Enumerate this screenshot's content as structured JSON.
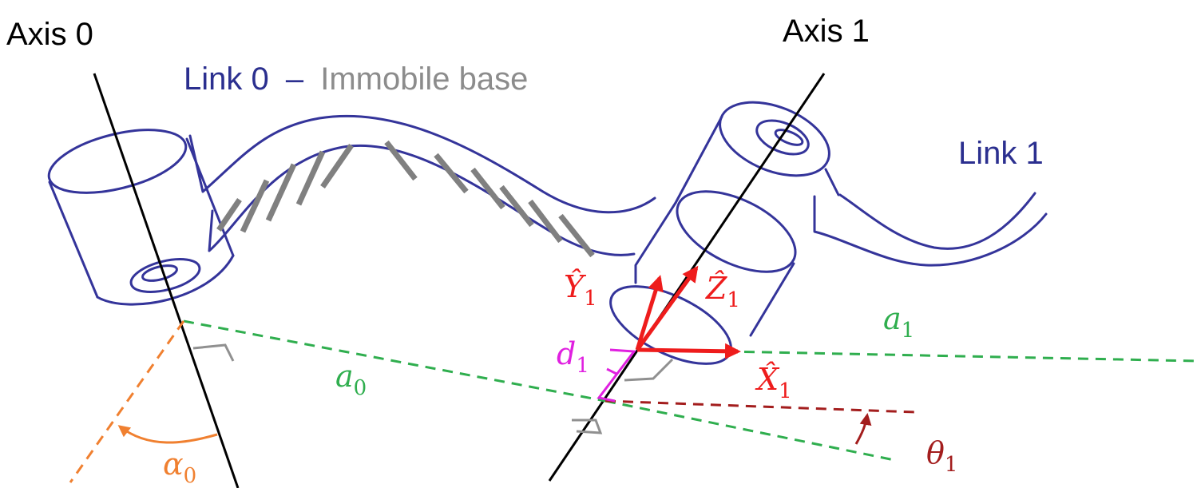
{
  "labels": {
    "axis0": "Axis 0",
    "axis1": "Axis 1",
    "link0_name": "Link 0",
    "link0_dash": "–",
    "link0_desc": "Immobile base",
    "link1": "Link 1"
  },
  "math": {
    "Y": "Ŷ",
    "Z": "Ẑ",
    "X": "X̂",
    "a": "a",
    "d": "d",
    "alpha": "α",
    "theta": "θ",
    "sub0": "0",
    "sub1": "1"
  },
  "colors": {
    "link_outline": "#34349a",
    "link_text": "#2b2f8f",
    "base_text": "#8c8c8c",
    "frame_arrows": "#ee1c1c",
    "common_normal": "#2fae4e",
    "twist_line": "#f08030",
    "offset_bracket": "#e020e0",
    "angle_line": "#a31d1d"
  }
}
